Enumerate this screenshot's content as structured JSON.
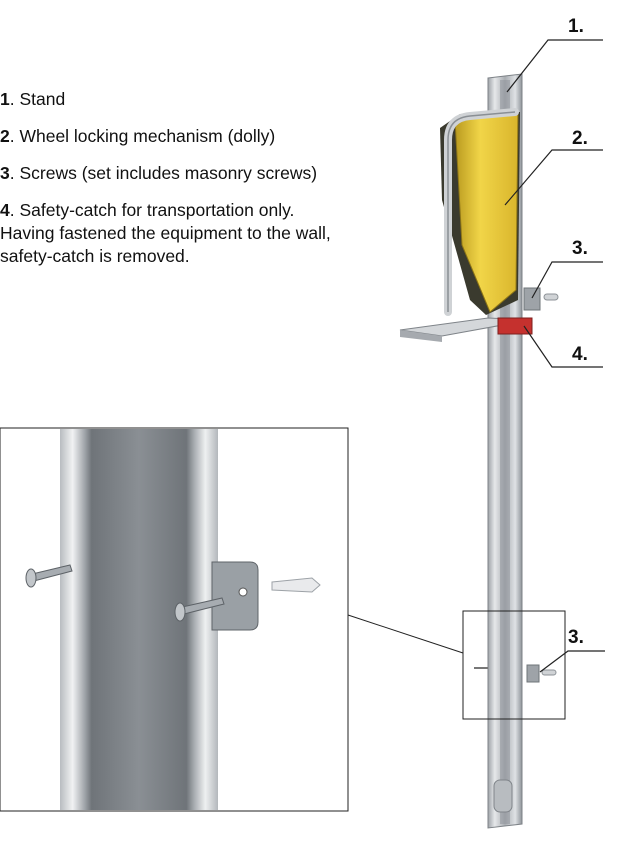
{
  "legend": [
    {
      "num": "1",
      "text": ". Stand"
    },
    {
      "num": "2",
      "text": ". Wheel locking mechanism (dolly)"
    },
    {
      "num": "3",
      "text": ". Screws (set includes masonry screws)"
    },
    {
      "num": "4",
      "text": ". Safety-catch for transportation only. Having fastened the equipment to the wall, safety-catch  is removed."
    }
  ],
  "callouts": [
    {
      "id": "stand",
      "label": "1."
    },
    {
      "id": "dolly",
      "label": "2."
    },
    {
      "id": "screws-top",
      "label": "3."
    },
    {
      "id": "catch",
      "label": "4."
    },
    {
      "id": "screws-bottom",
      "label": "3."
    }
  ],
  "colors": {
    "metal": "#c9ccd0",
    "metal_dark": "#8e9398",
    "yellow": "#e9c93a",
    "red": "#c5312e",
    "line": "#222222"
  }
}
